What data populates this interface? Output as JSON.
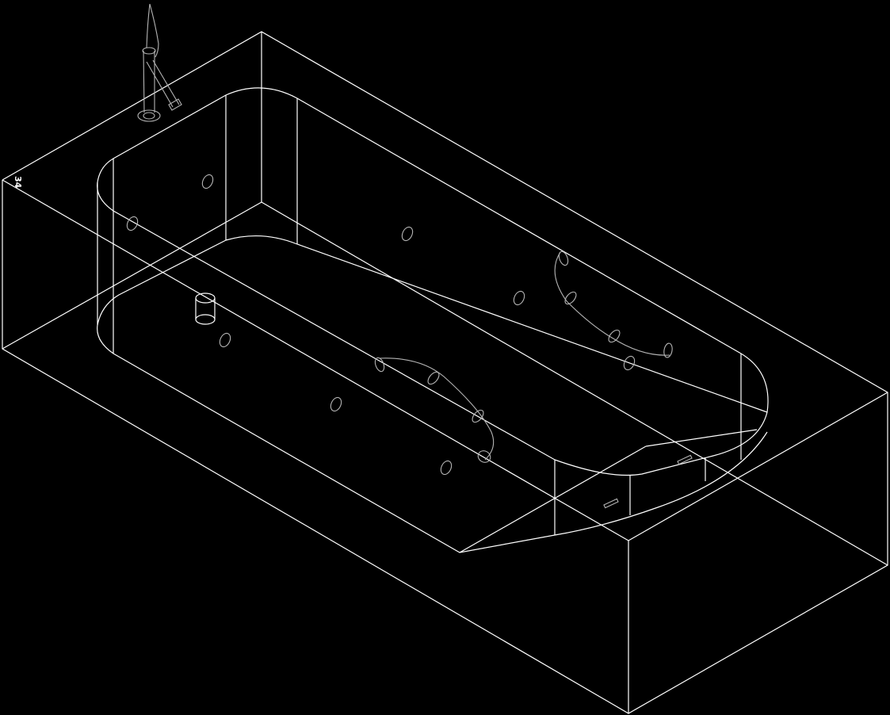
{
  "drawing": {
    "type": "isometric wireframe CAD drawing",
    "subject": "whirlpool bathtub with faucet",
    "background_color": "#000000",
    "line_color": "#ffffff",
    "detail_line_color": "#b4b4b4",
    "annotation_label": "34"
  },
  "components": {
    "outer_box": "outer-enclosure",
    "tub_rim": "tub-rim-outline",
    "tub_basin": "tub-basin-outline",
    "faucet": "faucet-mixer",
    "jets": "whirlpool-jets",
    "jet_arcs": "jet-connection-arcs",
    "overflow": "overflow-drain",
    "controls": "side-control-slots"
  }
}
